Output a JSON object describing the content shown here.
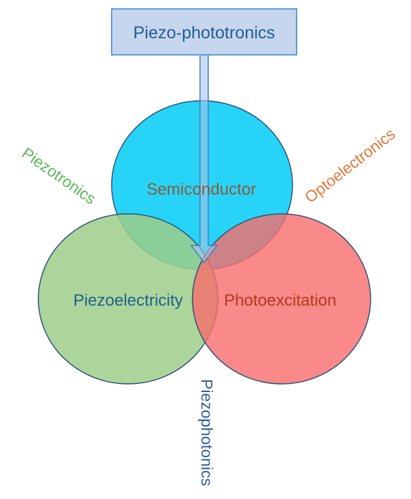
{
  "diagram": {
    "top_box": {
      "label": "Piezo-phototronics"
    },
    "circles": [
      {
        "id": "semiconductor",
        "label": "Semiconductor",
        "fill": "#1BD2F7",
        "text_color": "#8B5A3C"
      },
      {
        "id": "piezoelectricity",
        "label": "Piezoelectricity",
        "fill": "#9CCE8A",
        "text_color": "#245E8F"
      },
      {
        "id": "photoexcitation",
        "label": "Photoexcitation",
        "fill": "#F86D6C",
        "text_color": "#B03A1E"
      }
    ],
    "outer_labels": {
      "piezotronics": {
        "label": "Piezotronics",
        "color": "#5CB85C"
      },
      "optoelectronics": {
        "label": "Optoelectronics",
        "color": "#E0783A"
      },
      "piezophotonics": {
        "label": "Piezophotonics",
        "color": "#2F5E9A"
      }
    },
    "colors": {
      "box_fill": "#C5D6EE",
      "box_stroke": "#5B9BD5",
      "arrow_fill": "#A9C4EA",
      "circle_stroke": "#2E4F7A"
    }
  }
}
